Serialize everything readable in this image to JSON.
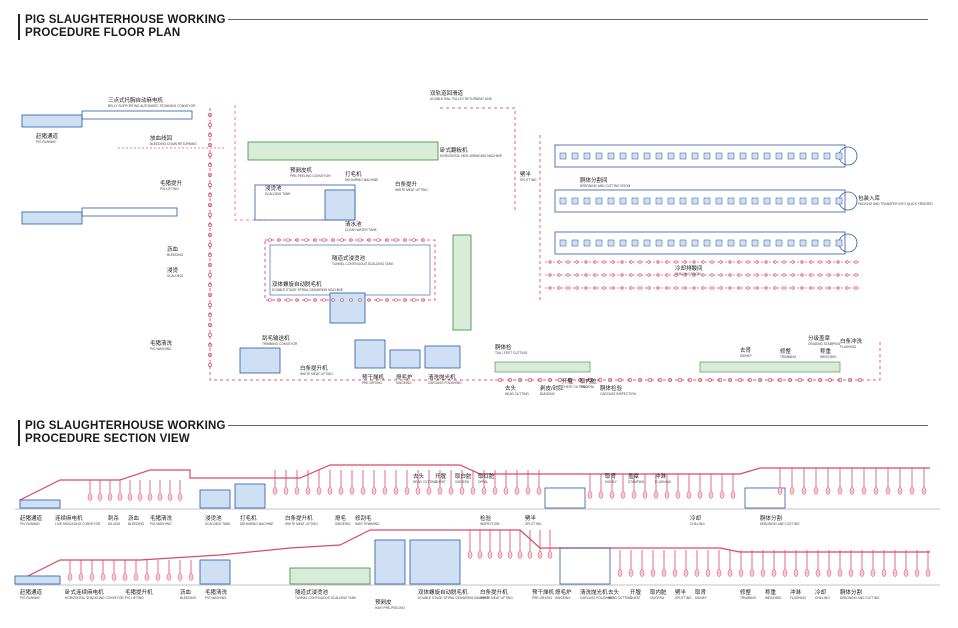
{
  "colors": {
    "rail": "#e85b7a",
    "machine": "#2d57a8",
    "machine_fill": "#cfe0f5",
    "tank": "#d9ecd9",
    "tank_stroke": "#3a8a3a",
    "ink": "#1a1a1a",
    "hook": "#d94a6a"
  },
  "headers": {
    "plan_line1": "PIG SLAUGHTERHOUSE WORKING",
    "plan_line2": "PROCEDURE FLOOR PLAN",
    "section_line1": "PIG SLAUGHTERHOUSE WORKING",
    "section_line2": "PROCEDURE SECTION VIEW"
  },
  "plan_labels": [
    {
      "cn": "三点式托胸自动麻电机",
      "en": "BELLY SUPPORTING AUTOMATIC STUNNING CONVEYOR"
    },
    {
      "cn": "赶猪通道",
      "en": "PIG RUNWAY"
    },
    {
      "cn": "放血线回",
      "en": "BLEEDING CHAIN RETURNING"
    },
    {
      "cn": "毛猪提升",
      "en": "PIG LIFTING"
    },
    {
      "cn": "沥血",
      "en": "BLEEDING"
    },
    {
      "cn": "浸烫",
      "en": "SCALDING"
    },
    {
      "cn": "浸烫池",
      "en": "SCALDING TANK"
    },
    {
      "cn": "预剥皮机",
      "en": "PRE-PEELING CONVEYOR"
    },
    {
      "cn": "打毛机",
      "en": "DEHAIRING MACHINE"
    },
    {
      "cn": "清水池",
      "en": "CLEAR WATER TANK"
    },
    {
      "cn": "白条提升",
      "en": "WHITE MEAT LIFTING"
    },
    {
      "cn": "卧式翻板机",
      "en": "HORIZONTAL HIDE-WRINGING MACHINE"
    },
    {
      "cn": "双轨道回滑道",
      "en": "DOUBLE RAIL PULLEY RETURNING LINE"
    },
    {
      "cn": "劈半",
      "en": "SPLITTING"
    },
    {
      "cn": "胴体分割间",
      "en": "DEBONING AND CUTTING ROOM"
    },
    {
      "cn": "包装入库",
      "en": "PACKING AND TRANSFER INTO QUICK FREEZER"
    },
    {
      "cn": "隧道式浸烫池",
      "en": "TUNNEL CONTINUOUS SCALDING TANK"
    },
    {
      "cn": "双体螺旋自动脱毛机",
      "en": "DOUBLE STAGE SPIRAL DEHAIRING MACHINE"
    },
    {
      "cn": "刮毛输送机",
      "en": "TRIMMING CONVEYOR"
    },
    {
      "cn": "毛猪清洗",
      "en": "PIG WASHING"
    },
    {
      "cn": "白条提升机",
      "en": "WHITE MEAT LIFTING"
    },
    {
      "cn": "预干燥机",
      "en": "PRE-DRYING"
    },
    {
      "cn": "燎毛炉",
      "en": "SINGEING"
    },
    {
      "cn": "清洗抛光机",
      "en": "CARCASS POLISHING"
    },
    {
      "cn": "去头",
      "en": "HEAD CUTTING"
    },
    {
      "cn": "剥皮/封肛",
      "en": "BUNGING"
    },
    {
      "cn": "开膛",
      "en": "CHEST CUTTING"
    },
    {
      "cn": "取内脏",
      "en": "VISCERA"
    },
    {
      "cn": "胴体检验",
      "en": "CARCASS INSPECTION"
    },
    {
      "cn": "冷却排酸间",
      "en": "CHILLING ROOM"
    },
    {
      "cn": "胴体检",
      "en": "TAIL / FEET CUTTING"
    },
    {
      "cn": "去肾",
      "en": "KIDNEY"
    },
    {
      "cn": "修整",
      "en": "TRIMMING"
    },
    {
      "cn": "分级盖章",
      "en": "GRADING STAMPING"
    },
    {
      "cn": "称重",
      "en": "WEIGHING"
    },
    {
      "cn": "白条冲洗",
      "en": "FLUSHING"
    }
  ],
  "section_top_labels": [
    {
      "cn": "赶猪通道",
      "en": "PIG RUNWAY"
    },
    {
      "cn": "连续麻电机",
      "en": "LIVE SHACKLING CONVEYOR"
    },
    {
      "cn": "刺杀",
      "en": "KILLING"
    },
    {
      "cn": "沥血",
      "en": "BLEEDING"
    },
    {
      "cn": "毛猪清洗",
      "en": "PIG WASHING"
    },
    {
      "cn": "浸烫池",
      "en": "SCALDING TANK"
    },
    {
      "cn": "打毛机",
      "en": "DEHAIRING MACHINE"
    },
    {
      "cn": "白条提升机",
      "en": "WHITE MEAT LIFTING"
    },
    {
      "cn": "燎毛",
      "en": "SINGEING"
    },
    {
      "cn": "修刮毛",
      "en": "HAIR TRIMMING"
    },
    {
      "cn": "去头",
      "en": "HEAD CUTTING"
    },
    {
      "cn": "开膛",
      "en": "CHEST"
    },
    {
      "cn": "取白脏",
      "en": "VISCERA"
    },
    {
      "cn": "取红脏",
      "en": "OFFAL"
    },
    {
      "cn": "检验",
      "en": "INSPECTION"
    },
    {
      "cn": "劈半",
      "en": "SPLITTING"
    },
    {
      "cn": "取肾",
      "en": "KIDNEY"
    },
    {
      "cn": "盖章",
      "en": "STAMPING"
    },
    {
      "cn": "冲淋",
      "en": "FLUSHING"
    },
    {
      "cn": "冷却",
      "en": "CHILLING"
    },
    {
      "cn": "胴体分割",
      "en": "DEBONING AND CUTTING"
    }
  ],
  "section_bottom_labels": [
    {
      "cn": "赶猪通道",
      "en": "PIG RUNWAY"
    },
    {
      "cn": "卧式连续麻电机",
      "en": "HORIZONTAL SHACKLING CONVEYOR"
    },
    {
      "cn": "毛猪提升机",
      "en": "PIG LIFTING"
    },
    {
      "cn": "沥血",
      "en": "BLEEDING"
    },
    {
      "cn": "毛猪清洗",
      "en": "PIG WASHING"
    },
    {
      "cn": "隧道式浸烫池",
      "en": "TUNNEL CONTINUOUS SCALDING TANK"
    },
    {
      "cn": "预剥皮",
      "en": "HAIR PRE-PEELING"
    },
    {
      "cn": "双体螺旋自动脱毛机",
      "en": "DOUBLE STAGE SPIRAL DEHAIRING MACHINE"
    },
    {
      "cn": "白条提升机",
      "en": "WHITE MEAT LIFTING"
    },
    {
      "cn": "预干燥机",
      "en": "PRE-DRYING"
    },
    {
      "cn": "燎毛炉",
      "en": "SINGEING"
    },
    {
      "cn": "清洗抛光机",
      "en": "CARCASS POLISHING"
    },
    {
      "cn": "去头",
      "en": "HEAD CUTTING"
    },
    {
      "cn": "开膛",
      "en": "CHEST"
    },
    {
      "cn": "取内脏",
      "en": "VISCERA"
    },
    {
      "cn": "劈半",
      "en": "SPLITTING"
    },
    {
      "cn": "取肾",
      "en": "KIDNEY"
    },
    {
      "cn": "修整",
      "en": "TRIMMING"
    },
    {
      "cn": "称重",
      "en": "WEIGHING"
    },
    {
      "cn": "冲淋",
      "en": "FLUSHING"
    },
    {
      "cn": "冷却",
      "en": "CHILLING"
    },
    {
      "cn": "胴体分割",
      "en": "DEBONING AND CUTTING"
    }
  ]
}
